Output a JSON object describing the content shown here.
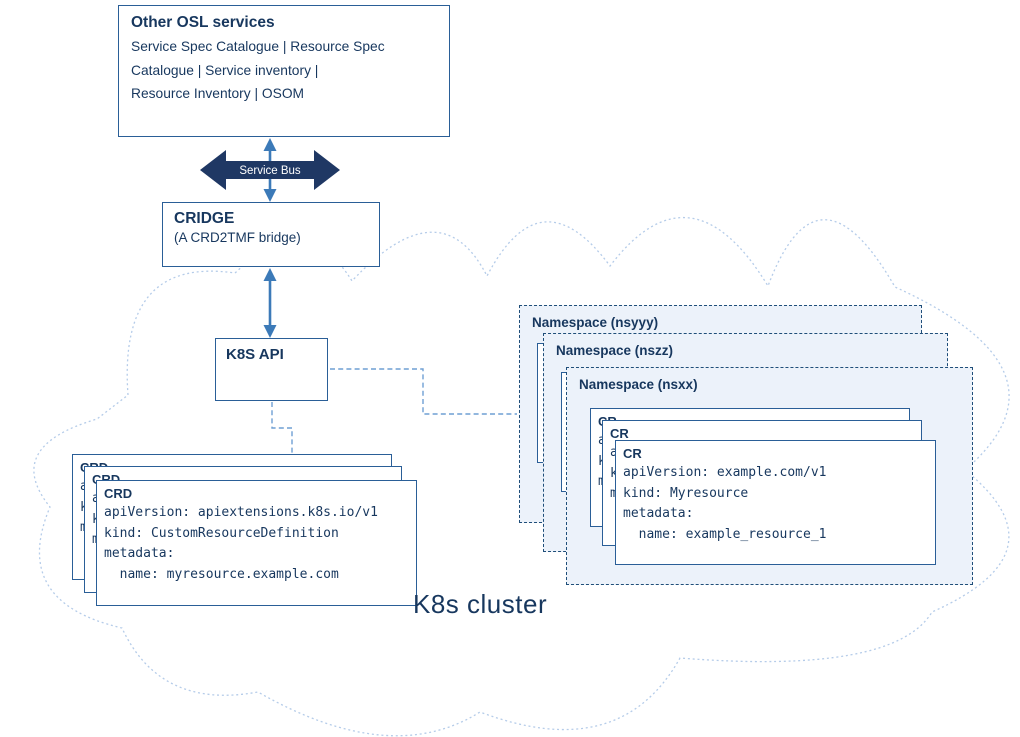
{
  "osl_box": {
    "title": "Other OSL services",
    "lines": [
      "Service Spec Catalogue | Resource Spec",
      "Catalogue | Service inventory |",
      "Resource Inventory | OSOM"
    ]
  },
  "service_bus": {
    "label": "Service Bus"
  },
  "cridge_box": {
    "title": "CRIDGE",
    "subtitle": "(A CRD2TMF bridge)"
  },
  "k8s_api_box": {
    "title": "K8S API"
  },
  "cluster_label": "K8s cluster",
  "namespaces": [
    {
      "label": "Namespace (nsyyy)"
    },
    {
      "label": "Namespace (nszz)"
    },
    {
      "label": "Namespace (nsxx)"
    }
  ],
  "crd_card": {
    "title": "CRD",
    "lines": [
      "apiVersion: apiextensions.k8s.io/v1",
      "kind: CustomResourceDefinition",
      "metadata:",
      "  name: myresource.example.com"
    ]
  },
  "cr_card": {
    "title": "CR",
    "lines": [
      "apiVersion: example.com/v1",
      "kind: Myresource",
      "metadata:",
      "  name: example_resource_1"
    ]
  },
  "colors": {
    "navy": "#17375e",
    "border": "#2a5e97",
    "nsborder": "#1f4e79",
    "nsfill": "#ecf2fa",
    "connector": "#6f9fd4",
    "cloud": "#b5cce9",
    "busfill": "#1f3864",
    "arrow": "#3c7ab8"
  }
}
